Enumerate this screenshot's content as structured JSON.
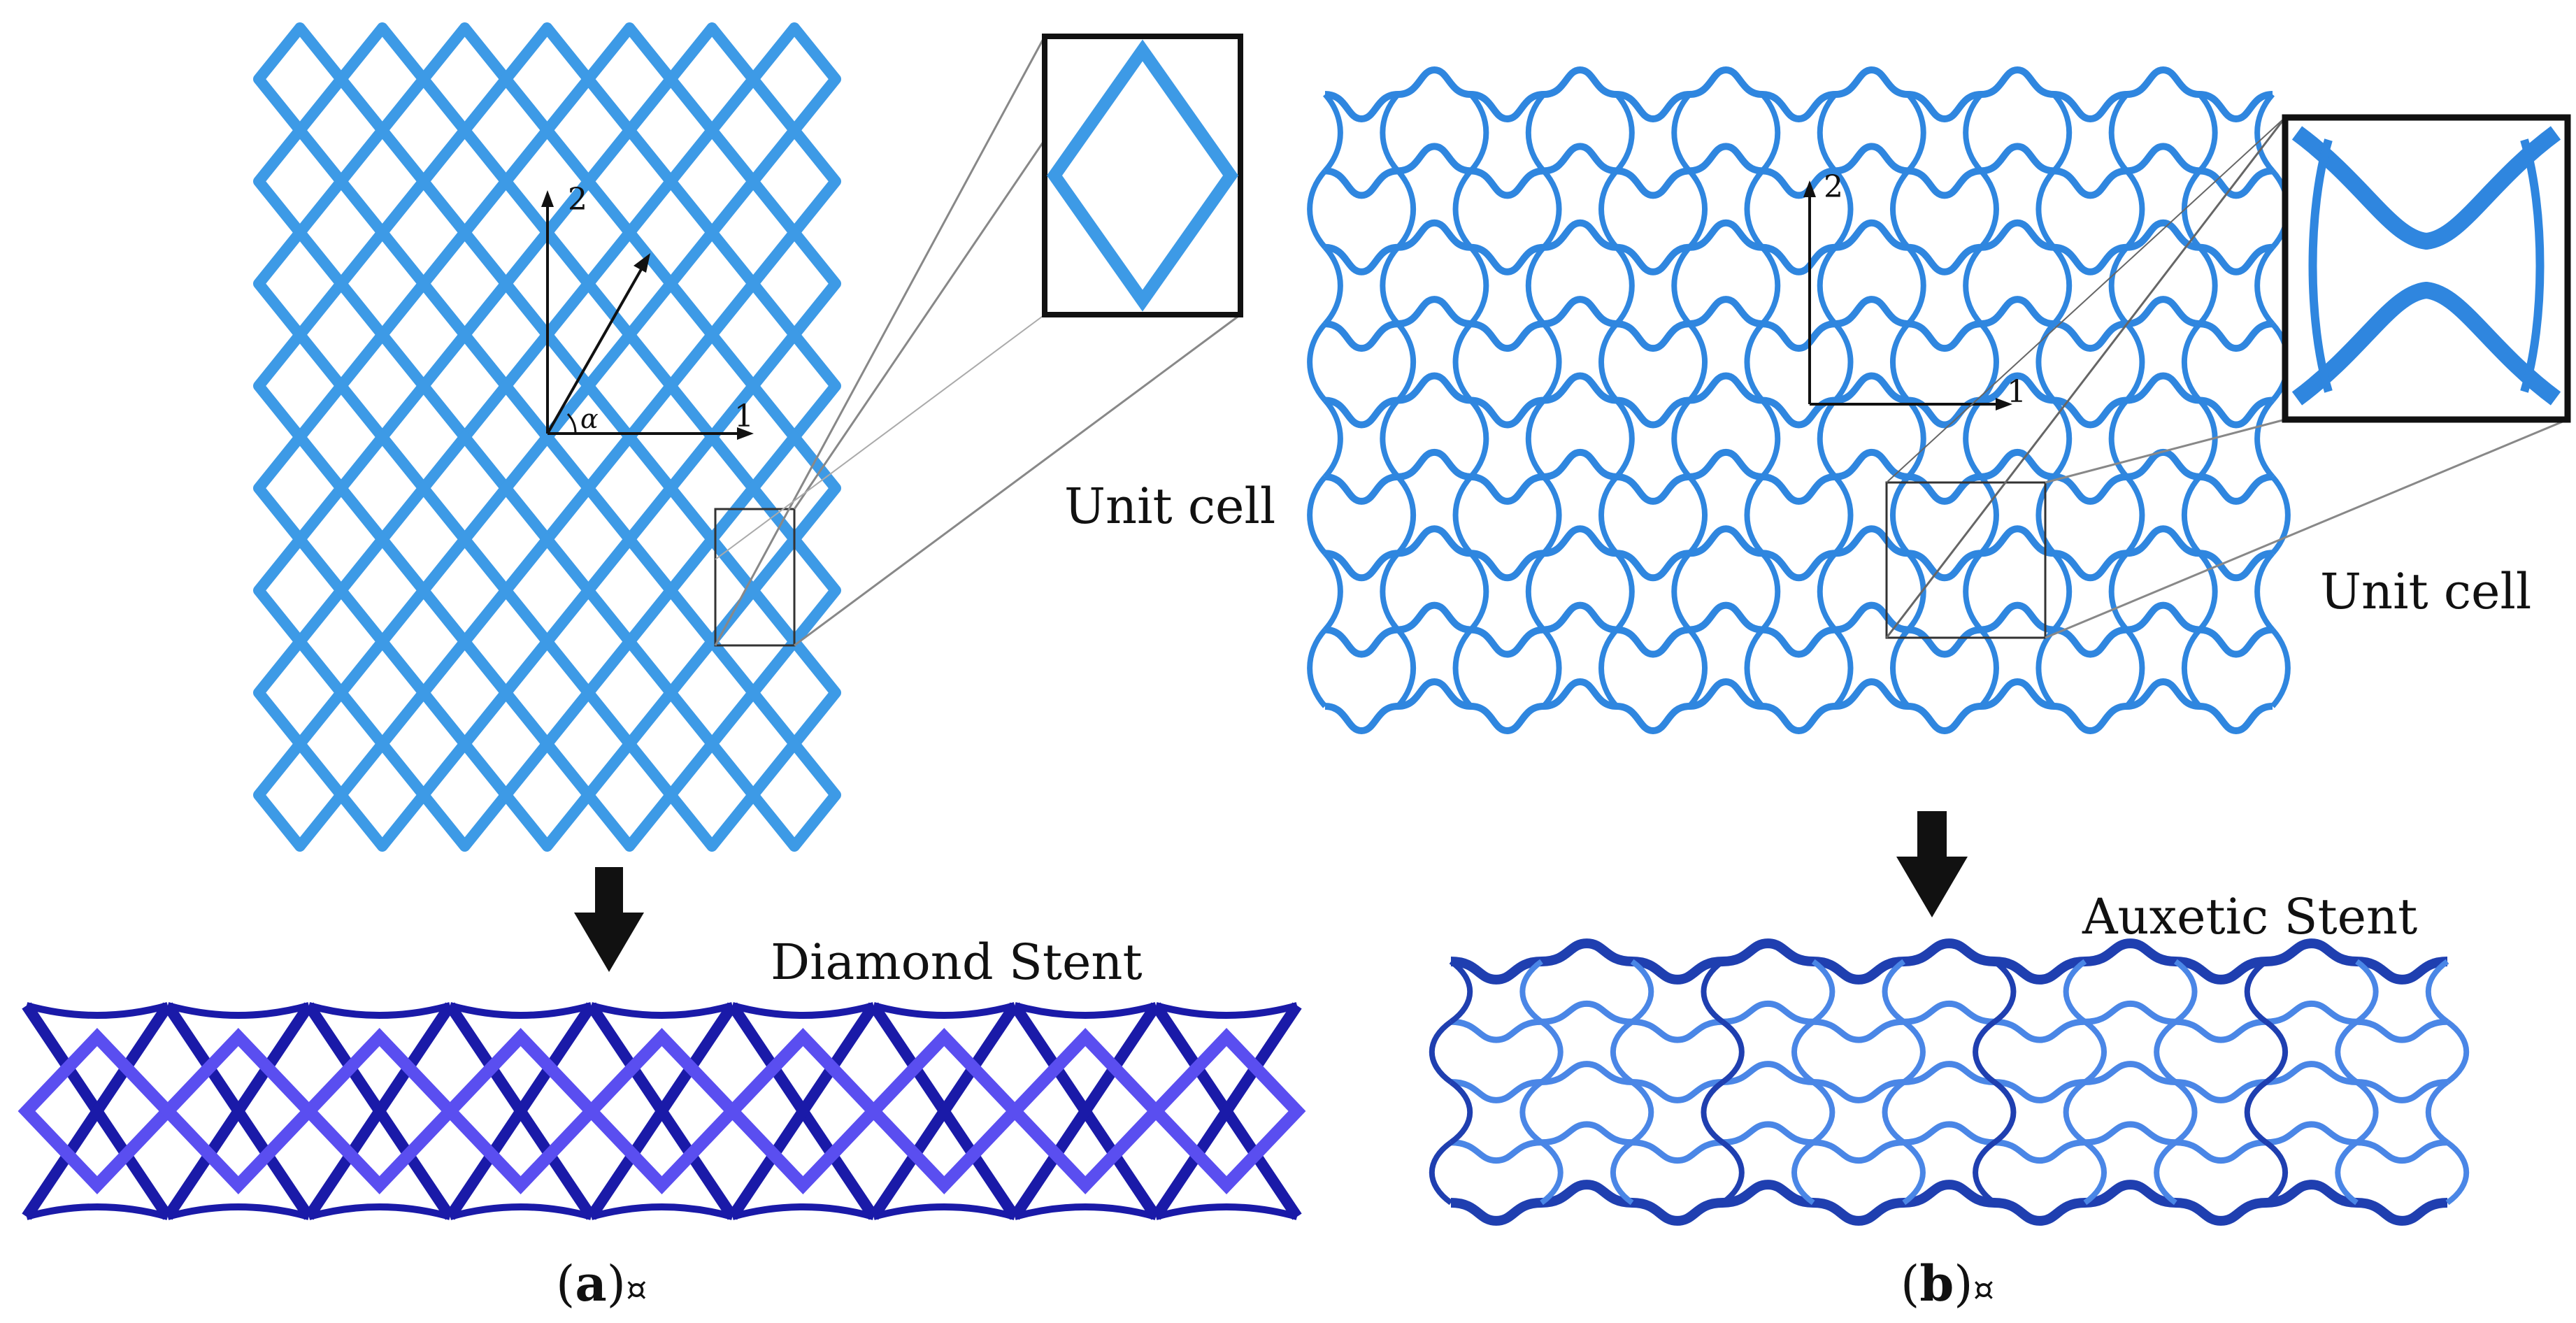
{
  "figure": {
    "panel_a": {
      "axis_2": "2",
      "axis_1": "1",
      "angle": "α",
      "unit_cell": "Unit cell",
      "stent": "Diamond Stent",
      "caption_letter": "a",
      "caption_mark": "¤"
    },
    "panel_b": {
      "axis_2": "2",
      "axis_1": "1",
      "unit_cell": "Unit cell",
      "stent": "Auxetic Stent",
      "caption_letter": "b",
      "caption_mark": "¤"
    }
  },
  "colors": {
    "lattice_a": "#3d9ae6",
    "lattice_b": "#2f86df",
    "stent_a_dark": "#1a1aa8",
    "stent_a_light": "#5a4ef0",
    "stent_b_dark": "#1f3fb0",
    "stent_b_light": "#4a86e6",
    "ink": "#111111"
  }
}
